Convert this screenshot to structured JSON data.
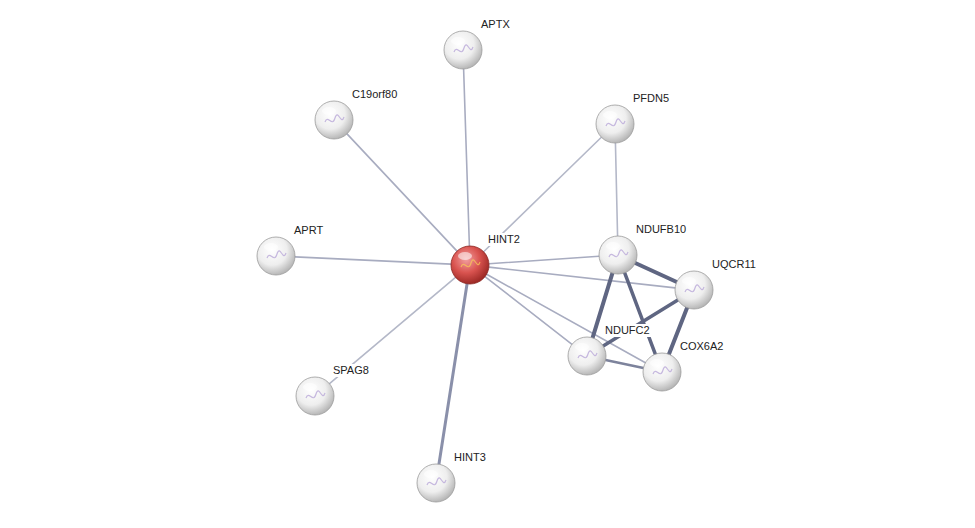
{
  "diagram": {
    "nodes": [
      {
        "text": [
          "APTX"
        ]
      },
      {
        "text": [
          "C19orf80"
        ]
      },
      {
        "text": [
          "PFDN5"
        ]
      },
      {
        "text": [
          "HINT2"
        ]
      },
      {
        "text": [
          "NDUFB10"
        ]
      },
      {
        "text": [
          "APRT"
        ]
      },
      {
        "text": [
          "UQCR11"
        ]
      },
      {
        "text": [
          "NDUFC2"
        ]
      },
      {
        "text": [
          "COX6A2"
        ]
      },
      {
        "text": [
          "SPAG8"
        ]
      },
      {
        "text": [
          "HINT3"
        ]
      }
    ],
    "edges": [
      {
        "from": 3,
        "to": 0,
        "arrow": "none"
      },
      {
        "from": 3,
        "to": 1,
        "arrow": "none"
      },
      {
        "from": 3,
        "to": 2,
        "arrow": "none"
      },
      {
        "from": 3,
        "to": 5,
        "arrow": "none"
      },
      {
        "from": 3,
        "to": 9,
        "arrow": "none"
      },
      {
        "from": 3,
        "to": 10,
        "arrow": "none"
      },
      {
        "from": 3,
        "to": 4,
        "arrow": "none"
      },
      {
        "from": 3,
        "to": 6,
        "arrow": "none"
      },
      {
        "from": 3,
        "to": 7,
        "arrow": "none"
      },
      {
        "from": 3,
        "to": 8,
        "arrow": "none"
      },
      {
        "from": 2,
        "to": 4,
        "arrow": "none"
      },
      {
        "from": 4,
        "to": 6,
        "arrow": "none"
      },
      {
        "from": 4,
        "to": 7,
        "arrow": "none"
      },
      {
        "from": 4,
        "to": 8,
        "arrow": "none"
      },
      {
        "from": 6,
        "to": 7,
        "arrow": "none"
      },
      {
        "from": 6,
        "to": 8,
        "arrow": "none"
      },
      {
        "from": 7,
        "to": 8,
        "arrow": "none"
      }
    ]
  }
}
